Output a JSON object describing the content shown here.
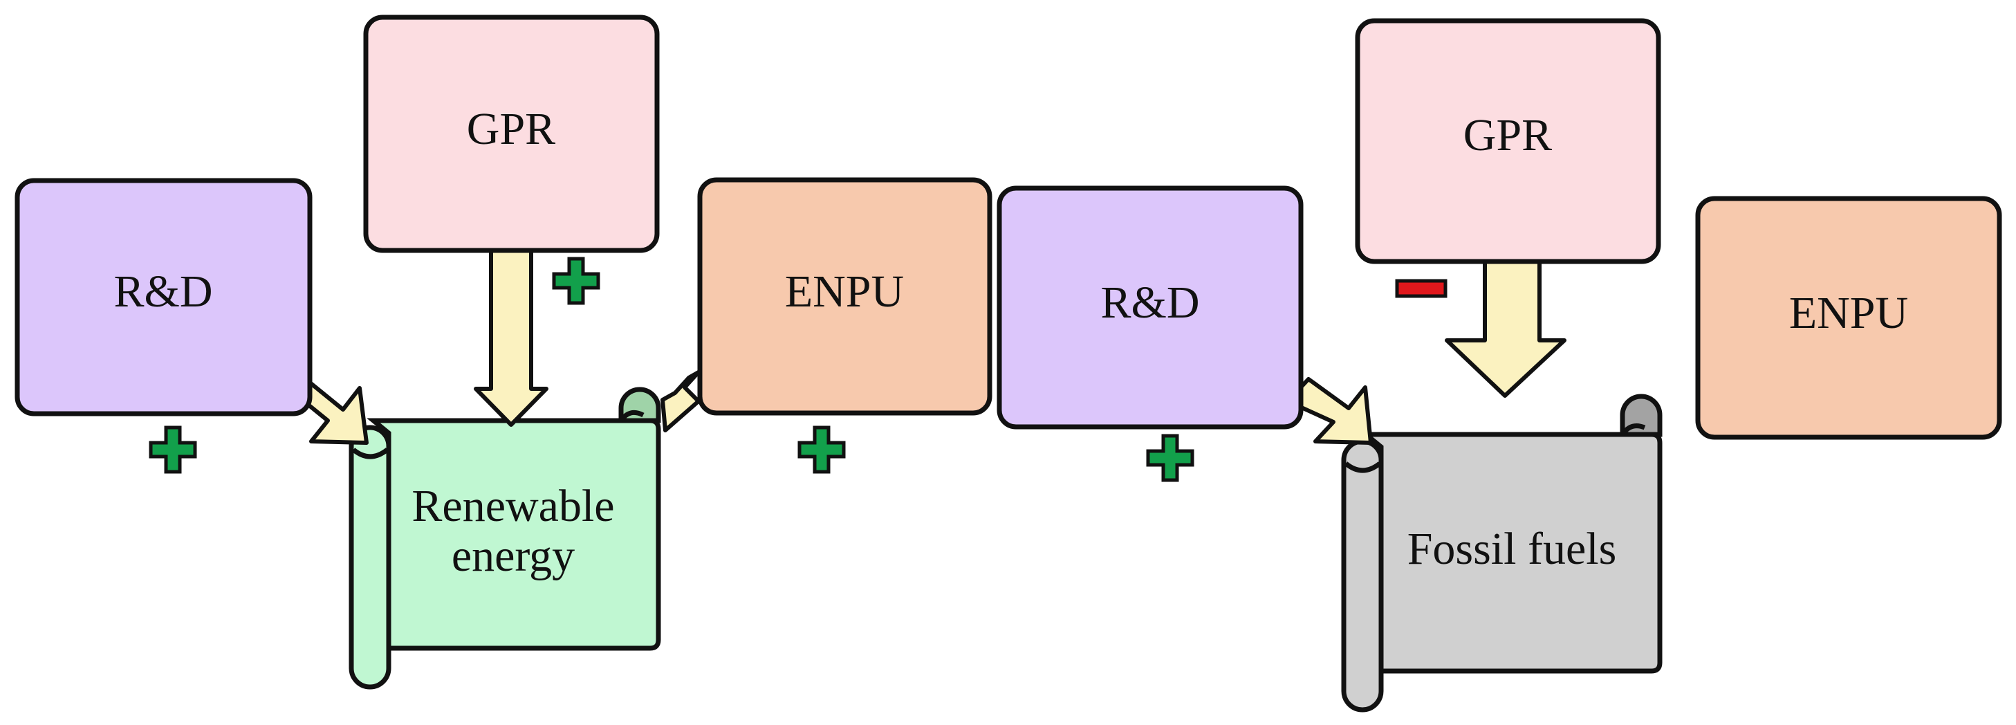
{
  "left_panel": {
    "research": {
      "label": "R&D",
      "effect": "+"
    },
    "risk": {
      "label": "GPR",
      "effect": "+"
    },
    "uncertainty": {
      "label": "ENPU",
      "effect": "+"
    },
    "outcome": {
      "label_line1": "Renewable",
      "label_line2": "energy"
    }
  },
  "right_panel": {
    "research": {
      "label": "R&D",
      "effect": "+"
    },
    "risk": {
      "label": "GPR",
      "effect": "−"
    },
    "uncertainty": {
      "label": "ENPU"
    },
    "outcome": {
      "label": "Fossil fuels"
    }
  },
  "colors": {
    "research_fill": "#dcc6fb",
    "risk_fill": "#fcdde1",
    "uncertainty_fill": "#f7c9ad",
    "renewable_fill": "#c0f7d2",
    "renewable_curl": "#9fd3a8",
    "fossil_fill": "#d0d0d0",
    "fossil_curl": "#a3a3a3",
    "arrow_fill": "#fbf2c0",
    "positive_sign": "#12a04b",
    "negative_sign": "#e0181c",
    "stroke": "#111111"
  }
}
